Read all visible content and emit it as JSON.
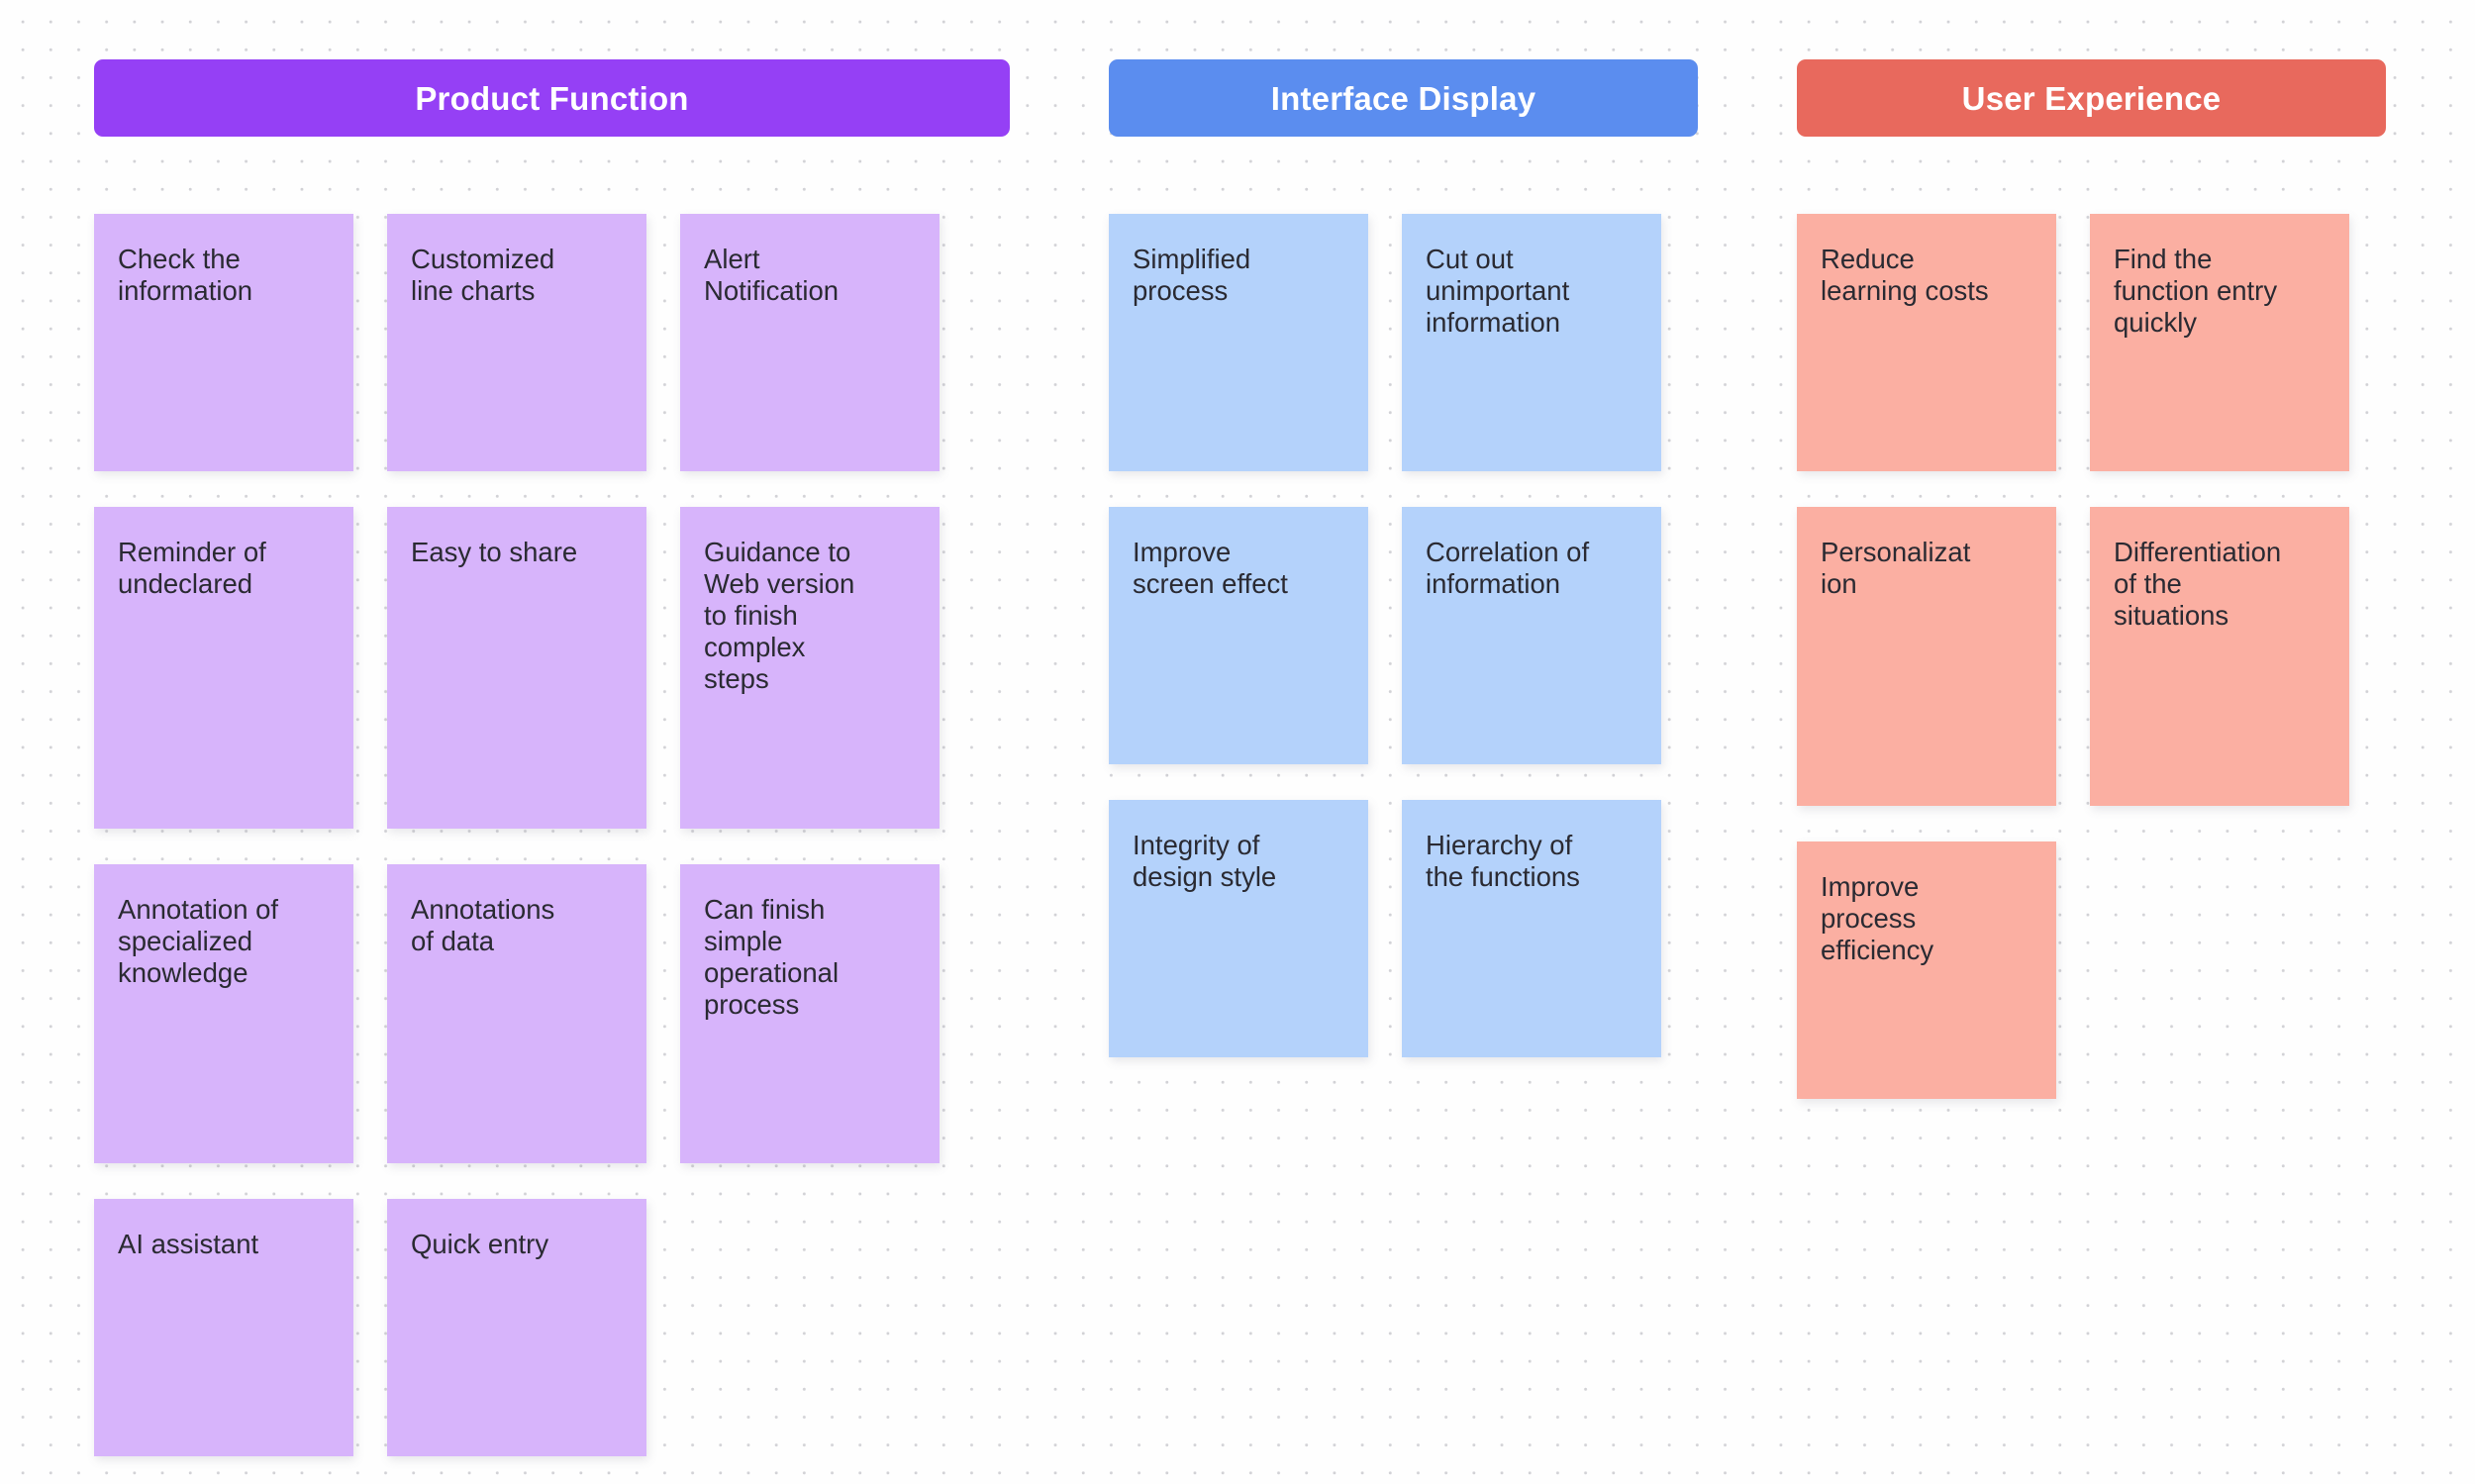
{
  "board": {
    "background_color": "#fefefe",
    "dot_color": "#d2d2d6"
  },
  "columns": [
    {
      "id": "product-function",
      "header": {
        "label": "Product Function",
        "color": "#9540F5",
        "text_color": "#ffffff"
      },
      "note_color": "#D7B4FB",
      "notes": [
        {
          "text": "Check the\ninformation",
          "size": "normal"
        },
        {
          "text": "Customized\nline charts",
          "size": "normal"
        },
        {
          "text": "Alert\nNotification",
          "size": "normal"
        },
        {
          "text": "Reminder of\nundeclared",
          "size": "normal"
        },
        {
          "text": "Easy to share",
          "size": "normal"
        },
        {
          "text": "Guidance to\nWeb version\nto finish\ncomplex\nsteps",
          "size": "tall"
        },
        {
          "text": "Annotation of\nspecialized\nknowledge",
          "size": "normal"
        },
        {
          "text": "Annotations\nof data",
          "size": "normal"
        },
        {
          "text": "Can finish\nsimple\noperational\nprocess",
          "size": "tall2"
        },
        {
          "text": "AI assistant",
          "size": "normal"
        },
        {
          "text": "Quick entry",
          "size": "normal"
        }
      ]
    },
    {
      "id": "interface-display",
      "header": {
        "label": "Interface Display",
        "color": "#5B8DEF",
        "text_color": "#ffffff"
      },
      "note_color": "#B4D2FB",
      "notes": [
        {
          "text": "Simplified\nprocess",
          "size": "normal"
        },
        {
          "text": "Cut out\nunimportant\ninformation",
          "size": "normal"
        },
        {
          "text": "Improve\nscreen effect",
          "size": "normal"
        },
        {
          "text": "Correlation of\ninformation",
          "size": "normal"
        },
        {
          "text": "Integrity of\ndesign style",
          "size": "normal"
        },
        {
          "text": "Hierarchy of\nthe functions",
          "size": "normal"
        }
      ]
    },
    {
      "id": "user-experience",
      "header": {
        "label": "User Experience",
        "color": "#E8695D",
        "text_color": "#ffffff"
      },
      "note_color": "#FBAFA2",
      "notes": [
        {
          "text": "Reduce\nlearning costs",
          "size": "normal"
        },
        {
          "text": "Find the\nfunction entry\nquickly",
          "size": "normal"
        },
        {
          "text": "Personalizat\nion",
          "size": "normal"
        },
        {
          "text": "Differentiation\nof the\nsituations",
          "size": "tall2"
        },
        {
          "text": "Improve\nprocess\nefficiency",
          "size": "normal"
        }
      ]
    }
  ]
}
